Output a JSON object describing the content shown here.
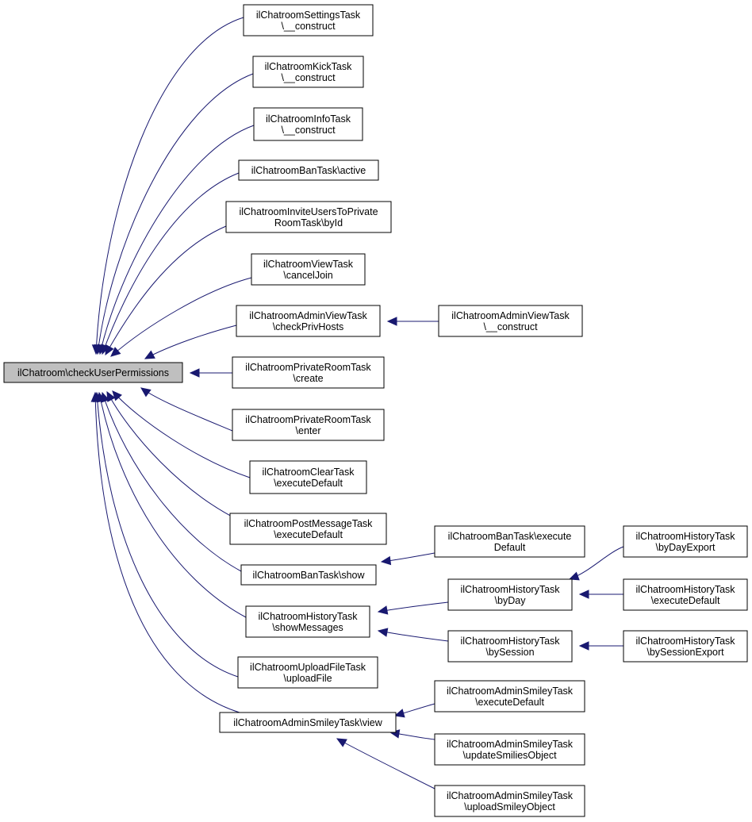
{
  "diagram": {
    "type": "call-graph (caller graph)",
    "colors": {
      "edge": "#191970",
      "root_fill": "#bfbfbf",
      "node_fill": "#ffffff",
      "node_border": "#000000"
    },
    "root": {
      "id": "root",
      "lines": [
        "ilChatroom\\checkUserPermissions"
      ]
    },
    "nodes": [
      {
        "id": "settings_construct",
        "lines": [
          "ilChatroomSettingsTask",
          "\\__construct"
        ]
      },
      {
        "id": "kick_construct",
        "lines": [
          "ilChatroomKickTask",
          "\\__construct"
        ]
      },
      {
        "id": "info_construct",
        "lines": [
          "ilChatroomInfoTask",
          "\\__construct"
        ]
      },
      {
        "id": "ban_active",
        "lines": [
          "ilChatroomBanTask\\active"
        ]
      },
      {
        "id": "invite_byid",
        "lines": [
          "ilChatroomInviteUsersToPrivate",
          "RoomTask\\byId"
        ]
      },
      {
        "id": "view_canceljoin",
        "lines": [
          "ilChatroomViewTask",
          "\\cancelJoin"
        ]
      },
      {
        "id": "adminview_checkprivhosts",
        "lines": [
          "ilChatroomAdminViewTask",
          "\\checkPrivHosts"
        ]
      },
      {
        "id": "adminview_construct",
        "lines": [
          "ilChatroomAdminViewTask",
          "\\__construct"
        ]
      },
      {
        "id": "private_create",
        "lines": [
          "ilChatroomPrivateRoomTask",
          "\\create"
        ]
      },
      {
        "id": "private_enter",
        "lines": [
          "ilChatroomPrivateRoomTask",
          "\\enter"
        ]
      },
      {
        "id": "clear_executedefault",
        "lines": [
          "ilChatroomClearTask",
          "\\executeDefault"
        ]
      },
      {
        "id": "postmessage_executedefault",
        "lines": [
          "ilChatroomPostMessageTask",
          "\\executeDefault"
        ]
      },
      {
        "id": "ban_show",
        "lines": [
          "ilChatroomBanTask\\show"
        ]
      },
      {
        "id": "ban_executedefault",
        "lines": [
          "ilChatroomBanTask\\execute",
          "Default"
        ]
      },
      {
        "id": "history_showmessages",
        "lines": [
          "ilChatroomHistoryTask",
          "\\showMessages"
        ]
      },
      {
        "id": "history_byday",
        "lines": [
          "ilChatroomHistoryTask",
          "\\byDay"
        ]
      },
      {
        "id": "history_bydayexport",
        "lines": [
          "ilChatroomHistoryTask",
          "\\byDayExport"
        ]
      },
      {
        "id": "history_executedefault",
        "lines": [
          "ilChatroomHistoryTask",
          "\\executeDefault"
        ]
      },
      {
        "id": "history_bysession",
        "lines": [
          "ilChatroomHistoryTask",
          "\\bySession"
        ]
      },
      {
        "id": "history_bysessionexport",
        "lines": [
          "ilChatroomHistoryTask",
          "\\bySessionExport"
        ]
      },
      {
        "id": "upload_uploadfile",
        "lines": [
          "ilChatroomUploadFileTask",
          "\\uploadFile"
        ]
      },
      {
        "id": "smiley_view",
        "lines": [
          "ilChatroomAdminSmileyTask\\view"
        ]
      },
      {
        "id": "smiley_executedefault",
        "lines": [
          "ilChatroomAdminSmileyTask",
          "\\executeDefault"
        ]
      },
      {
        "id": "smiley_updatesmilies",
        "lines": [
          "ilChatroomAdminSmileyTask",
          "\\updateSmiliesObject"
        ]
      },
      {
        "id": "smiley_uploadsmiley",
        "lines": [
          "ilChatroomAdminSmileyTask",
          "\\uploadSmileyObject"
        ]
      }
    ],
    "edges": [
      {
        "from": "settings_construct",
        "to": "root"
      },
      {
        "from": "kick_construct",
        "to": "root"
      },
      {
        "from": "info_construct",
        "to": "root"
      },
      {
        "from": "ban_active",
        "to": "root"
      },
      {
        "from": "invite_byid",
        "to": "root"
      },
      {
        "from": "view_canceljoin",
        "to": "root"
      },
      {
        "from": "adminview_checkprivhosts",
        "to": "root"
      },
      {
        "from": "adminview_construct",
        "to": "adminview_checkprivhosts"
      },
      {
        "from": "private_create",
        "to": "root"
      },
      {
        "from": "private_enter",
        "to": "root"
      },
      {
        "from": "clear_executedefault",
        "to": "root"
      },
      {
        "from": "postmessage_executedefault",
        "to": "root"
      },
      {
        "from": "ban_show",
        "to": "root"
      },
      {
        "from": "ban_executedefault",
        "to": "ban_show"
      },
      {
        "from": "history_showmessages",
        "to": "root"
      },
      {
        "from": "history_byday",
        "to": "history_showmessages"
      },
      {
        "from": "history_bydayexport",
        "to": "history_byday"
      },
      {
        "from": "history_executedefault",
        "to": "history_byday"
      },
      {
        "from": "history_bysession",
        "to": "history_showmessages"
      },
      {
        "from": "history_bysessionexport",
        "to": "history_bysession"
      },
      {
        "from": "upload_uploadfile",
        "to": "root"
      },
      {
        "from": "smiley_view",
        "to": "root"
      },
      {
        "from": "smiley_executedefault",
        "to": "smiley_view"
      },
      {
        "from": "smiley_updatesmilies",
        "to": "smiley_view"
      },
      {
        "from": "smiley_uploadsmiley",
        "to": "smiley_view"
      }
    ]
  }
}
